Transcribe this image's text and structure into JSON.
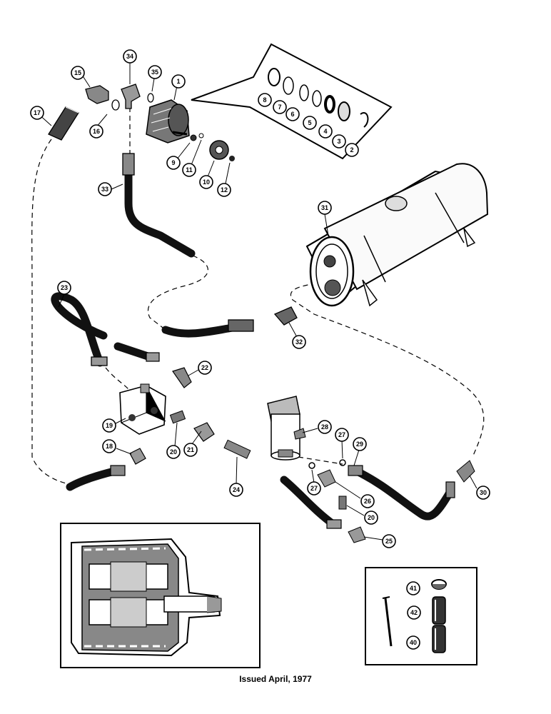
{
  "footer": {
    "issued_text": "Issued April, 1977"
  },
  "callouts": [
    {
      "id": "c1",
      "label": "1"
    },
    {
      "id": "c2",
      "label": "2"
    },
    {
      "id": "c3",
      "label": "3"
    },
    {
      "id": "c4",
      "label": "4"
    },
    {
      "id": "c5",
      "label": "5"
    },
    {
      "id": "c6",
      "label": "6"
    },
    {
      "id": "c7",
      "label": "7"
    },
    {
      "id": "c8",
      "label": "8"
    },
    {
      "id": "c9",
      "label": "9"
    },
    {
      "id": "c10",
      "label": "10"
    },
    {
      "id": "c11",
      "label": "11"
    },
    {
      "id": "c12",
      "label": "12"
    },
    {
      "id": "c15",
      "label": "15"
    },
    {
      "id": "c16",
      "label": "16"
    },
    {
      "id": "c17",
      "label": "17"
    },
    {
      "id": "c18",
      "label": "18"
    },
    {
      "id": "c19",
      "label": "19"
    },
    {
      "id": "c20a",
      "label": "20"
    },
    {
      "id": "c20b",
      "label": "20"
    },
    {
      "id": "c21",
      "label": "21"
    },
    {
      "id": "c22",
      "label": "22"
    },
    {
      "id": "c23",
      "label": "23"
    },
    {
      "id": "c24",
      "label": "24"
    },
    {
      "id": "c25",
      "label": "25"
    },
    {
      "id": "c26",
      "label": "26"
    },
    {
      "id": "c27a",
      "label": "27"
    },
    {
      "id": "c27b",
      "label": "27"
    },
    {
      "id": "c28",
      "label": "28"
    },
    {
      "id": "c29",
      "label": "29"
    },
    {
      "id": "c30",
      "label": "30"
    },
    {
      "id": "c31",
      "label": "31"
    },
    {
      "id": "c32",
      "label": "32"
    },
    {
      "id": "c33",
      "label": "33"
    },
    {
      "id": "c34",
      "label": "34"
    },
    {
      "id": "c35",
      "label": "35"
    },
    {
      "id": "c40",
      "label": "40"
    },
    {
      "id": "c41",
      "label": "41"
    },
    {
      "id": "c42",
      "label": "42"
    }
  ]
}
